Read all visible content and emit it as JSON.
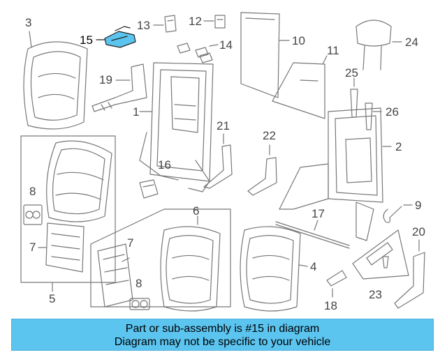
{
  "callouts": {
    "c1": "1",
    "c2": "2",
    "c3": "3",
    "c4": "4",
    "c5": "5",
    "c6": "6",
    "c7a": "7",
    "c7b": "7",
    "c8a": "8",
    "c8b": "8",
    "c9": "9",
    "c10": "10",
    "c11": "11",
    "c12": "12",
    "c13": "13",
    "c14": "14",
    "c15": "15",
    "c16": "16",
    "c17": "17",
    "c18": "18",
    "c19": "19",
    "c20": "20",
    "c21": "21",
    "c22": "22",
    "c23": "23",
    "c24": "24",
    "c25": "25",
    "c26": "26"
  },
  "highlight": {
    "part": "15",
    "color": "#5bc4ef"
  },
  "colors": {
    "line": "#777777",
    "banner": "#5bc4ef"
  },
  "banner": {
    "line1": "Part or sub-assembly is #15 in diagram",
    "line2": "Diagram may not be specific to your vehicle"
  }
}
